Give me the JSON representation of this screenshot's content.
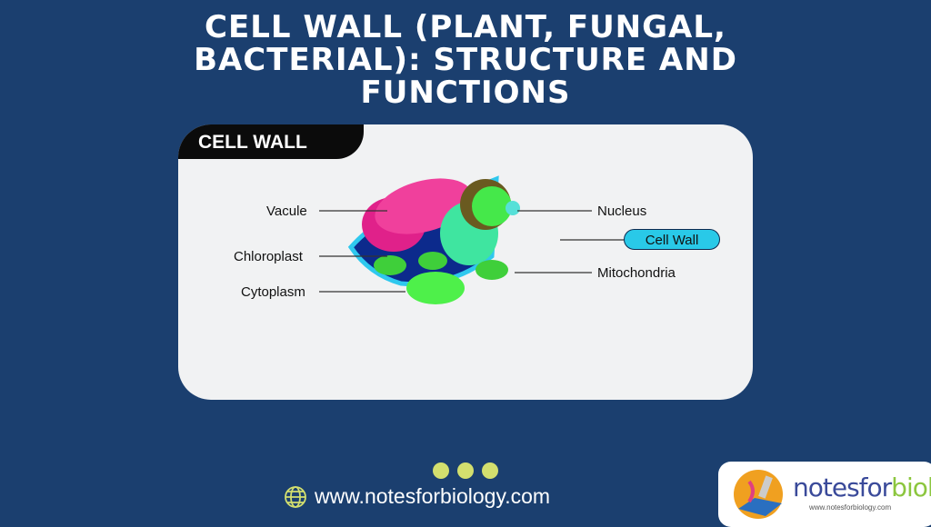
{
  "title": {
    "line1": "CELL WALL (PLANT, FUNGAL,",
    "line2": "BACTERIAL): STRUCTURE AND",
    "line3": "FUNCTIONS"
  },
  "diagram": {
    "tab_label": "CELL WALL",
    "labels": {
      "vacuole": "Vacule",
      "chloroplast": "Chloroplast",
      "cytoplasm": "Cytoplasm",
      "nucleus": "Nucleus",
      "cell_wall": "Cell Wall",
      "mitochondria": "Mitochondria"
    }
  },
  "footer": {
    "website": "www.notesforbiology.com",
    "globe_icon": "globe-icon"
  },
  "logo": {
    "name_part1": "notesfor",
    "name_part2": "biology",
    "url": "www.notesforbiology.com"
  },
  "colors": {
    "background": "#1b3f6f",
    "dots": "#d3df6e",
    "cell_wall_pill": "#29c9e8"
  }
}
